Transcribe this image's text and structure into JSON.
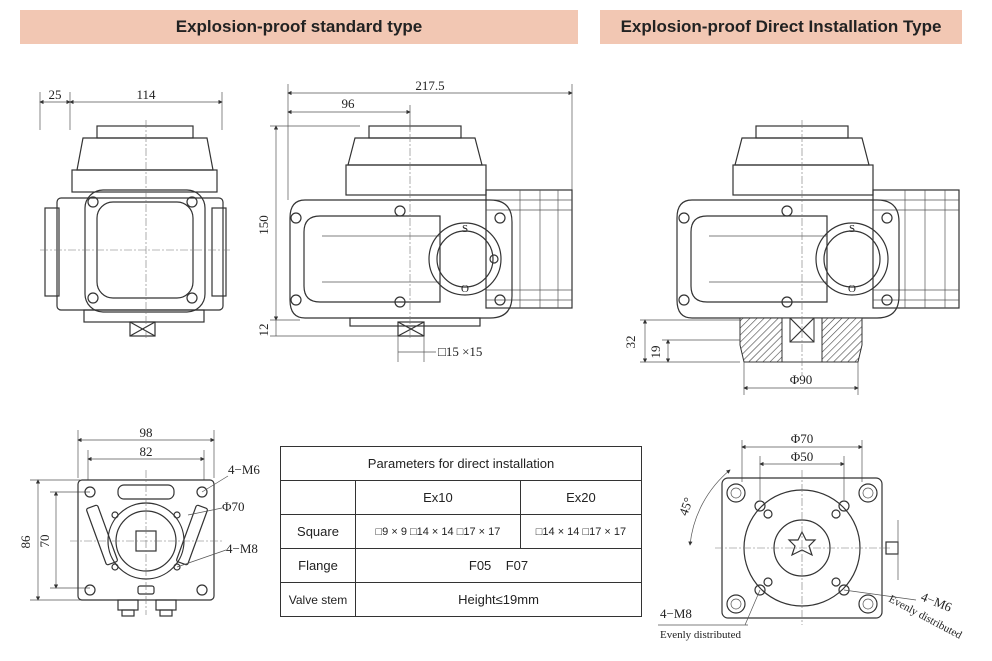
{
  "headers": {
    "standard": "Explosion-proof standard type",
    "direct": "Explosion-proof Direct Installation Type"
  },
  "front_view": {
    "dim_left": "25",
    "dim_width": "114"
  },
  "side_view": {
    "dim_total": "217.5",
    "dim_96": "96",
    "dim_150": "150",
    "dim_12": "12",
    "dim_square": "□15 ×15"
  },
  "direct_view": {
    "dim_32": "32",
    "dim_19": "19",
    "dim_phi90": "Φ90"
  },
  "bottom_view": {
    "dim_98": "98",
    "dim_82": "82",
    "dim_86": "86",
    "dim_70": "70",
    "m6": "4−M6",
    "phi70": "Φ70",
    "m8": "4−M8"
  },
  "flange_view": {
    "phi70": "Φ70",
    "phi50": "Φ50",
    "angle": "45°",
    "m6": "4−M6",
    "m6_note": "Evenly distributed",
    "m8": "4−M8",
    "m8_note": "Evenly distributed"
  },
  "params_table": {
    "title": "Parameters for direct installation",
    "col_ex10": "Ex10",
    "col_ex20": "Ex20",
    "rows": {
      "square": {
        "label": "Square",
        "ex10": "□9 × 9 □14 × 14 □17 × 17",
        "ex20": "□14 × 14 □17 × 17"
      },
      "flange": {
        "label": "Flange",
        "value": "F05    F07"
      },
      "valve_stem": {
        "label": "Valve stem",
        "value": "Height≤19mm"
      }
    }
  }
}
